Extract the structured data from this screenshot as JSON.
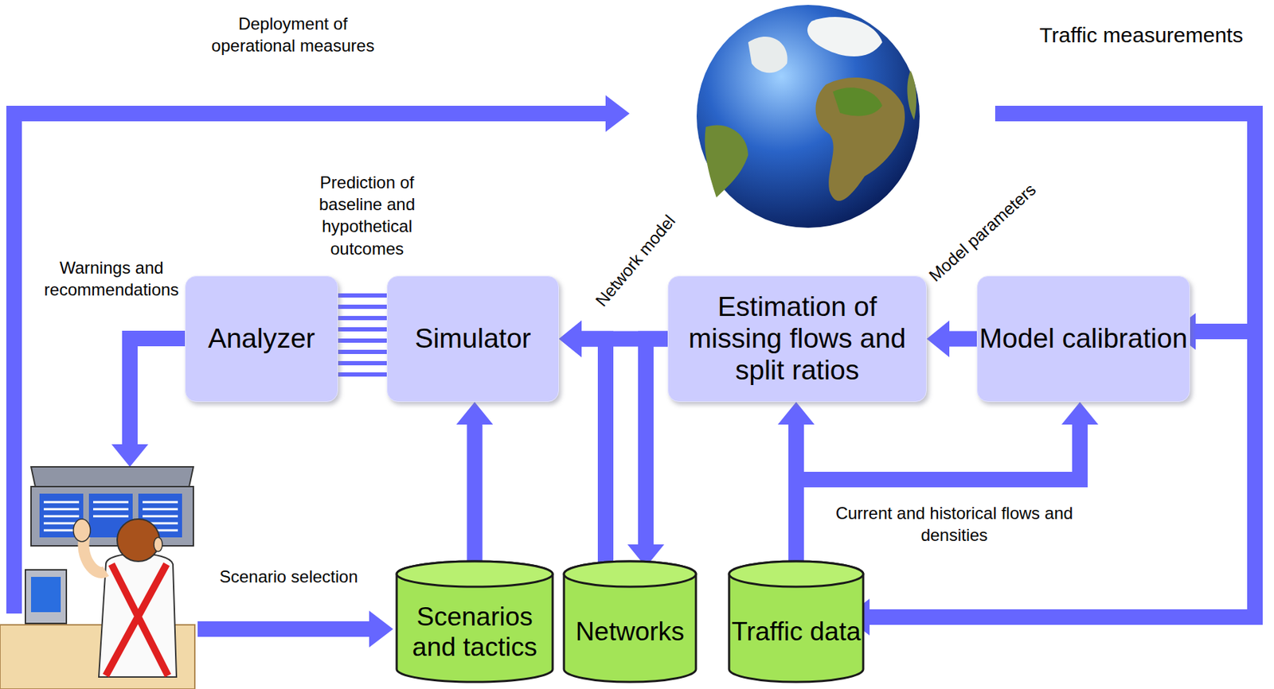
{
  "diagram": {
    "nodes": [
      {
        "text": [
          "Analyzer"
        ]
      },
      {
        "text": [
          "Simulator"
        ]
      },
      {
        "text": [
          "Estimation of missing flows and split ratios"
        ]
      },
      {
        "text": [
          "Model calibration"
        ]
      },
      {
        "text": [
          "Scenarios and tactics"
        ]
      },
      {
        "text": [
          "Networks"
        ]
      },
      {
        "text": [
          "Traffic data"
        ]
      }
    ],
    "edges": [
      {
        "from": 1,
        "to": 0,
        "arrow": "none",
        "label": "Prediction of baseline and hypothetical outcomes"
      },
      {
        "from": 2,
        "to": 1,
        "arrow": "to",
        "label": "Network model"
      },
      {
        "from": 3,
        "to": 2,
        "arrow": "to",
        "label": "Model parameters"
      },
      {
        "from": 4,
        "to": 1,
        "arrow": "to"
      },
      {
        "from": 5,
        "to": 1,
        "arrow": "to"
      },
      {
        "from": 2,
        "to": 5,
        "arrow": "to"
      },
      {
        "from": 6,
        "to": 2,
        "arrow": "to"
      },
      {
        "from": 6,
        "to": 3,
        "arrow": "to",
        "label": "Current and historical flows and densities"
      }
    ],
    "labels": [
      "Deployment of operational measures",
      "Traffic measurements",
      "Warnings and recommendations",
      "Scenario selection"
    ]
  }
}
